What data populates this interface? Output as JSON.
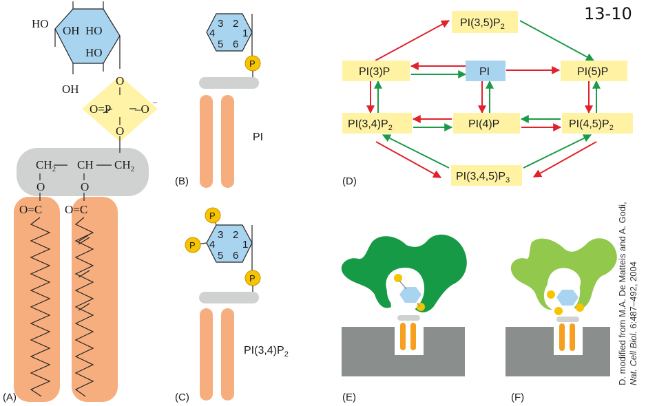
{
  "figure_number": "13-10",
  "panels": {
    "A": "(A)",
    "B": "(B)",
    "C": "(C)",
    "D": "(D)",
    "E": "(E)",
    "F": "(F)"
  },
  "molecule_A": {
    "ring_groups": [
      "HO",
      "OH",
      "HO",
      "HO",
      "OH"
    ],
    "phosphate": {
      "o_top": "O",
      "o_left": "O=P",
      "o_minus": "–O",
      "o_bottom": "O"
    },
    "glycerol": {
      "ch2_left": "CH",
      "ch": "CH",
      "ch2_right": "CH",
      "sub2": "2"
    },
    "ester_o": "O",
    "carbonyl": [
      "O=C",
      "O=C"
    ]
  },
  "ring_numbers": [
    "3",
    "2",
    "4",
    "1",
    "5",
    "6"
  ],
  "phosphate_symbol": "P",
  "panel_B_label": "PI",
  "panel_C_label": {
    "main": "PI(3,4)P",
    "sub": "2"
  },
  "network": {
    "PI35P2": {
      "main": "PI(3,5)P",
      "sub": "2"
    },
    "PI3P": {
      "main": "PI(3)P",
      "sub": ""
    },
    "PI": {
      "main": "PI",
      "sub": ""
    },
    "PI5P": {
      "main": "PI(5)P",
      "sub": ""
    },
    "PI34P2": {
      "main": "PI(3,4)P",
      "sub": "2"
    },
    "PI4P": {
      "main": "PI(4)P",
      "sub": ""
    },
    "PI45P2": {
      "main": "PI(4,5)P",
      "sub": "2"
    },
    "PI345P3": {
      "main": "PI(3,4,5)P",
      "sub": "3"
    }
  },
  "credit": {
    "line1": "D. modified from M.A. De Matteis and A. Godi,",
    "journal": "Nat. Cell Biol.",
    "ref": " 6:487–492, 2004"
  },
  "colors": {
    "ring_blue": "#a9d4ef",
    "phosphate_yellow": "#fff3a8",
    "glycerol_gray": "#cfd2d0",
    "tail_orange": "#f6ae7e",
    "p_circle": "#f6c400",
    "box_yellow": "#fff3a3",
    "box_blue": "#a9d4ef",
    "arrow_red": "#e0222a",
    "arrow_green": "#1b9a48",
    "protein_dark_green": "#179a45",
    "protein_light_green": "#92c84c",
    "membrane_gray": "#8a8e8c"
  }
}
